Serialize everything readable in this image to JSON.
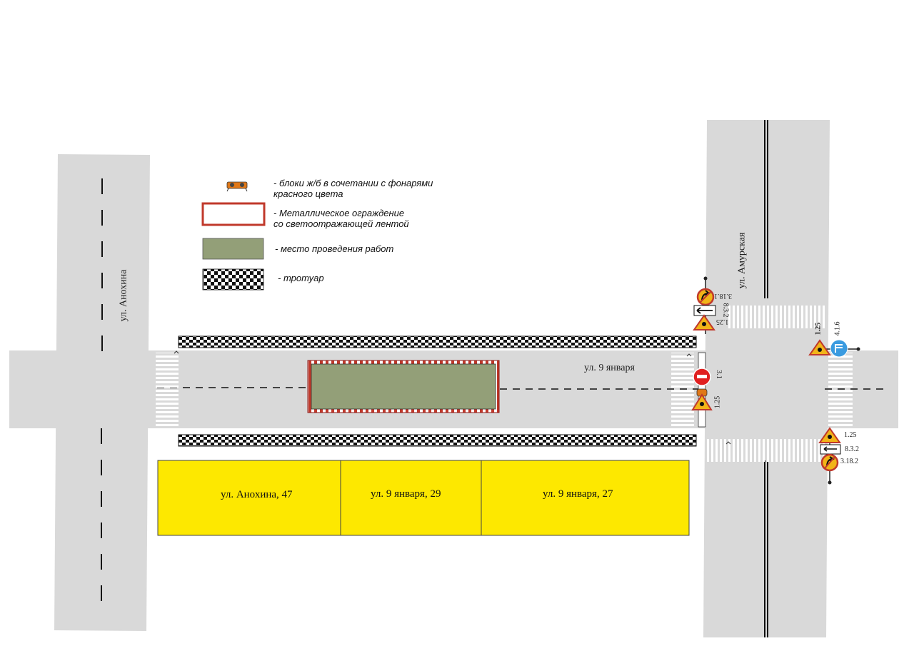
{
  "legend": {
    "blocks_line1": "- блоки ж/б в сочетании с фонарями",
    "blocks_line2": "красного цвета",
    "fence_line1": "- Металлическое ограждение",
    "fence_line2": "со светоотражающей лентой",
    "work_area": "- место проведения работ",
    "sidewalk": "- тротуар"
  },
  "streets": {
    "anokhina": "ул. Анохина",
    "amurskaya": "ул. Амурская",
    "yanvarya": "ул. 9 января"
  },
  "buildings": [
    {
      "label": "ул. Анохина, 47"
    },
    {
      "label": "ул. 9 января, 29"
    },
    {
      "label": "ул. 9 января, 27"
    }
  ],
  "signs": {
    "s3_18_1": "3.18.1",
    "s8_3_2_top": "8.3.2",
    "s1_25_top": "1.25",
    "s3_1": "3.1",
    "s1_25_mid": "1.25",
    "s1_25_right": "1.25",
    "s4_1_6": "4.1.6",
    "s1_25_bottom": "1.25",
    "s8_3_2_bottom": "8.3.2",
    "s3_18_2": "3.18.2"
  },
  "colors": {
    "road": "#d9d9d9",
    "work_area": "#939f78",
    "building": "#fde800",
    "fence": "#c0392b",
    "sign_yellow": "#f2b418",
    "sign_red": "#e02020",
    "sign_blue": "#3a9be0"
  }
}
